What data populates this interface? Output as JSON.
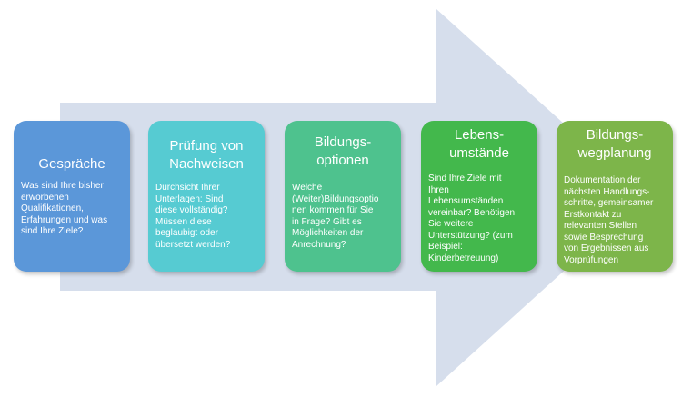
{
  "colors": {
    "arrow": "#d6deec",
    "box_gespraeche": "#5b97d9",
    "box_nachweise": "#56cbd2",
    "box_bildungsoptionen": "#4ec28e",
    "box_lebensumstaende": "#43b84c",
    "box_wegplanung": "#7db54a",
    "text": "#ffffff"
  },
  "steps": [
    {
      "title": "Gespräche",
      "description": "Was sind Ihre bisher\nerworbenen\nQualifikationen,\nErfahrungen und was\nsind Ihre Ziele?"
    },
    {
      "title": "Prüfung von\nNachweisen",
      "description": "Durchsicht Ihrer\nUnterlagen: Sind\ndiese vollständig?\nMüssen diese\nbeglaubigt oder\nübersetzt werden?"
    },
    {
      "title": "Bildungs-\noptionen",
      "description": "Welche\n(Weiter)Bildungsoptio\nnen kommen für Sie\nin Frage? Gibt es\nMöglichkeiten der\nAnrechnung?"
    },
    {
      "title": "Lebens-\numstände",
      "description": "Sind Ihre Ziele mit\nIhren\nLebensumständen\nvereinbar? Benötigen\nSie weitere\nUnterstützung? (zum\nBeispiel:\nKinderbetreuung)"
    },
    {
      "title": "Bildungs-\nwegplanung",
      "description": "Dokumentation der\nnächsten Handlungs-\nschritte, gemeinsamer\nErstkontakt zu\nrelevanten Stellen\nsowie Besprechung\nvon Ergebnissen aus\nVorprüfungen"
    }
  ]
}
